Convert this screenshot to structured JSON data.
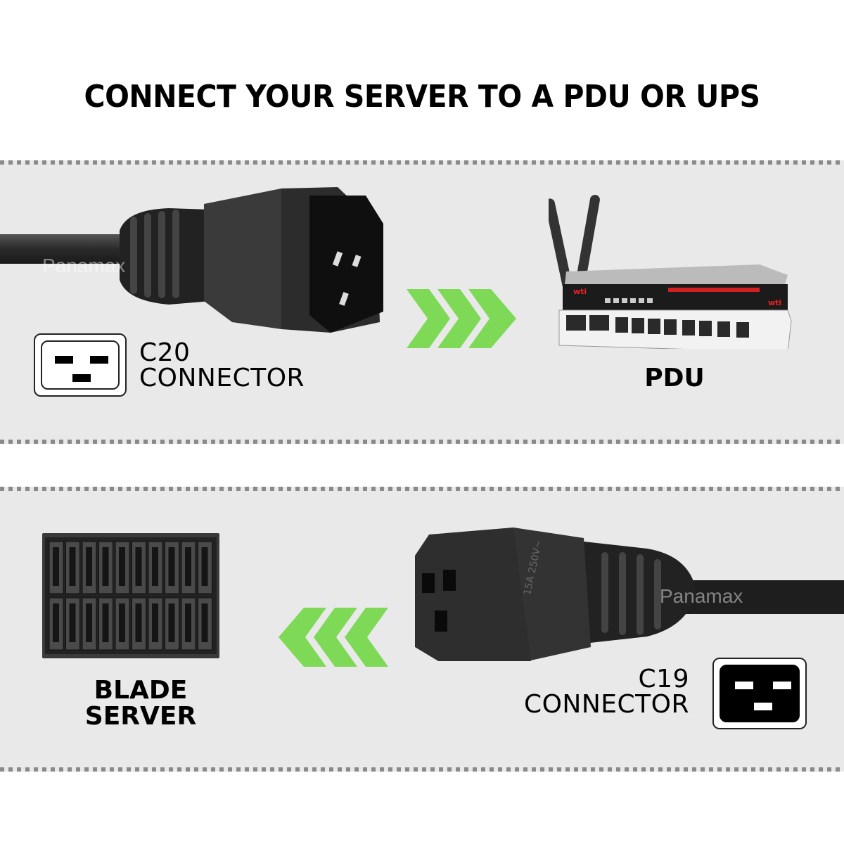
{
  "title": "CONNECT YOUR SERVER TO A PDU OR UPS",
  "colors": {
    "arrow": "#7ed957",
    "band": "#e9e9e9",
    "dots": "#8a8a8a"
  },
  "top_section": {
    "connector": {
      "line1": "C20",
      "line2": "CONNECTOR",
      "icon": "c20-inlet-icon"
    },
    "arrow_direction": "right",
    "target": {
      "label": "PDU",
      "image": "pdu-image"
    },
    "watermark": "Panamax"
  },
  "bottom_section": {
    "target": {
      "line1": "BLADE",
      "line2": "SERVER",
      "image": "blade-server-image"
    },
    "arrow_direction": "left",
    "connector": {
      "line1": "C19",
      "line2": "CONNECTOR",
      "icon": "c19-outlet-icon",
      "rating": "15A 250V~"
    },
    "watermark": "Panamax"
  }
}
